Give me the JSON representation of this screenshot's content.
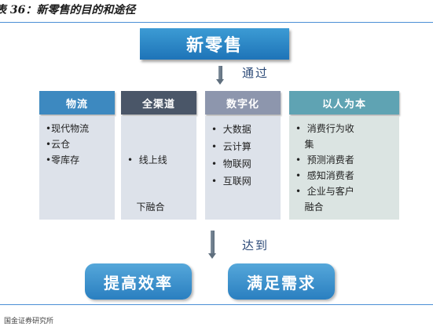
{
  "caption": "表 36：新零售的目的和途径",
  "title": "新零售",
  "arrow_top_label": "通过",
  "arrow_bottom_label": "达到",
  "columns": [
    {
      "header": "物流",
      "color": "#3d89c0",
      "items": [
        "•现代物流",
        "•云仓",
        "•零库存"
      ]
    },
    {
      "header": "全渠道",
      "color": "#4a5668",
      "items": [
        "•  线上线",
        "   下融合"
      ]
    },
    {
      "header": "数字化",
      "color": "#8d96ad",
      "items": [
        "•  大数据",
        "•  云计算",
        "•  物联网",
        "•  互联网"
      ]
    },
    {
      "header": "以人为本",
      "color": "#5fa3b3",
      "items": [
        "•  消费行为收",
        "   集",
        "•  预测消费者",
        "•  感知消费者",
        "•  企业与客户",
        "   融合"
      ]
    }
  ],
  "results": [
    "提高效率",
    "满足需求"
  ],
  "source": "：国金证券研究所"
}
